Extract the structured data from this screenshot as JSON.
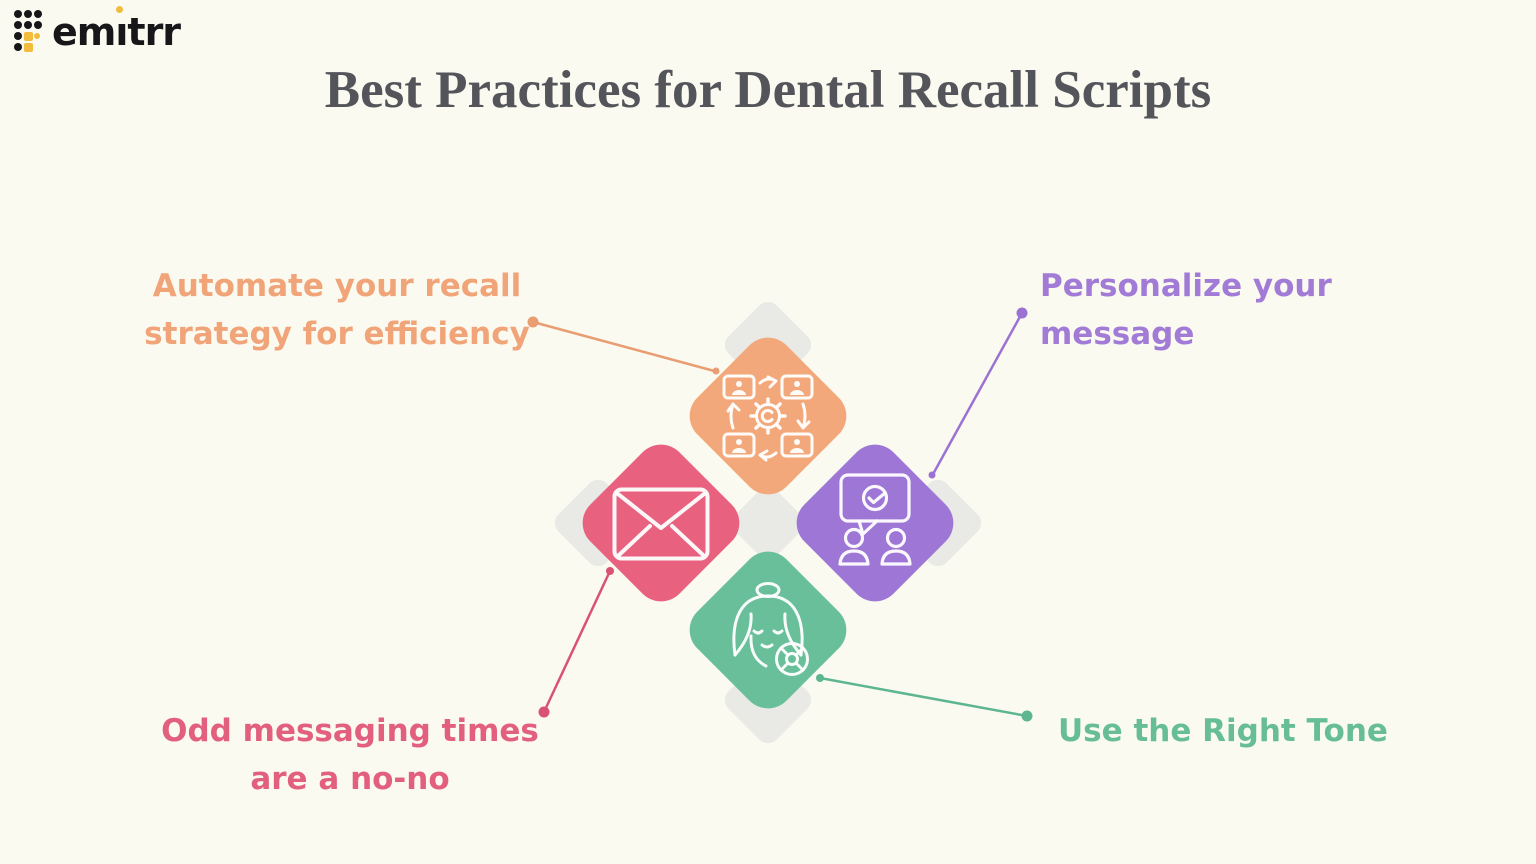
{
  "page": {
    "background_color": "#fafaf1",
    "type": "infographic"
  },
  "logo": {
    "brand": "emitrr",
    "brand_prefix": "em",
    "brand_i": "ı",
    "brand_suffix": "trr",
    "text_color": "#17171a",
    "accent_dot_color": "#f2bd3c",
    "icon": "dots-grid-logo-icon"
  },
  "title": {
    "text": "Best Practices for Dental Recall Scripts",
    "color": "#54555a"
  },
  "diamonds": {
    "backdrop_color": "#e9e9e5",
    "top": {
      "topic": "automation",
      "icon": "automation-workflow-icon",
      "color": "#f2a87a"
    },
    "left": {
      "topic": "odd-messaging-times",
      "icon": "envelope-icon",
      "color": "#e8617f"
    },
    "right": {
      "topic": "personalization",
      "icon": "chat-check-people-icon",
      "color": "#9d76d6"
    },
    "bottom": {
      "topic": "right-tone",
      "icon": "face-target-icon",
      "color": "#69bf99"
    }
  },
  "callouts": {
    "automate": {
      "line1": "Automate your recall",
      "line2": "strategy for efficiency",
      "color": "#f0a478",
      "connector_color": "#e99d72"
    },
    "personalize": {
      "line1": "Personalize your",
      "line2": "message",
      "color": "#a17bd6",
      "connector_color": "#9b72d2"
    },
    "timing": {
      "line1": "Odd messaging times",
      "line2": "are a no-no",
      "color": "#e25f7e",
      "connector_color": "#da5273"
    },
    "tone": {
      "line1": "Use the Right Tone",
      "color": "#66bd96",
      "connector_color": "#5db68f"
    }
  }
}
